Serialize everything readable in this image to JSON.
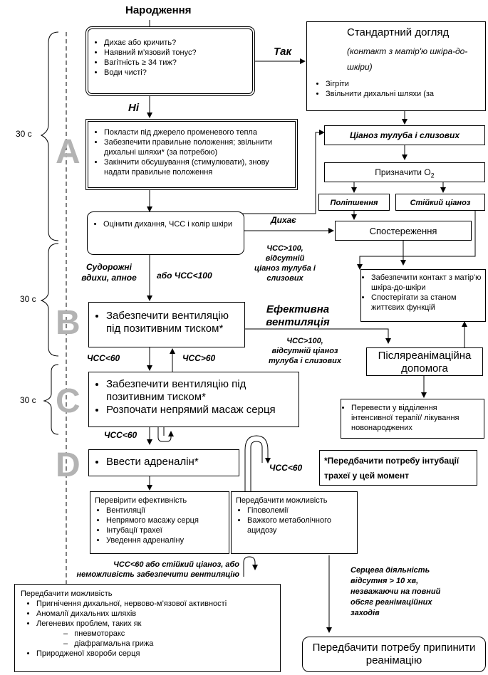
{
  "birth": "Народження",
  "q_box": {
    "items": [
      "Дихає або кричить?",
      "Наявний м’язовий тонус?",
      "Вагітність ≥ 34 тиж?",
      "Води чисті?"
    ]
  },
  "yes_label": "Так",
  "no_label": "Ні",
  "standard_care": {
    "title": "Стандартний догляд",
    "subtitle": "(контакт з матір'ю шкіра-до-шкіри)",
    "items": [
      "Зігріти",
      "Звільнити дихальні шляхи (за"
    ]
  },
  "time_30s": "30 с",
  "letters": [
    "A",
    "B",
    "C",
    "D"
  ],
  "a_box": {
    "items": [
      "Покласти під джерело променевого тепла",
      "Забезпечити правильне положення; звільнити дихальні шляхи* (за потребою)",
      "Закінчити обсушування (стимулювати), знову надати правильне положення"
    ]
  },
  "cyanosis": "Ціаноз тулуба і слизових",
  "o2_prefix": "Призначити O",
  "o2_sub": "2",
  "improved": "Поліпшення",
  "persistent": "Стійкий ціаноз",
  "eval_box": "Оцінити дихання, ЧСС і колір шкіри",
  "breathing_label": "Дихає",
  "observation": "Спостереження",
  "hr100_lines": [
    "ЧСС>100,",
    "відсутній",
    "ціаноз тулуба і",
    "слизових"
  ],
  "gasping": [
    "Судорожні",
    "вдихи, апное"
  ],
  "or_hr100": "або ЧСС<100",
  "skin_box": {
    "items": [
      "Забезпечити контакт з матір'ю шкіра-до-шкіри",
      "Спостерігати за станом життєвих функцій"
    ]
  },
  "b_box": "Забезпечити вентиляцію під позитивним тиском",
  "star": "*",
  "effective_vent": [
    "Ефективна",
    "вентиляція"
  ],
  "hr100_b": [
    "ЧСС>100,",
    "відсутній ціаноз",
    "тулуба і слизових"
  ],
  "post_resus": "Післяреанімаційна допомога",
  "hr_lt60": "ЧСС<60",
  "hr_gt60": "ЧСС>60",
  "c_box": {
    "items": [
      "Забезпечити вентиляцію під позитивним тиском",
      "Розпочати непрямий масаж серця"
    ]
  },
  "nicu_box": "Перевести у відділення інтенсивної терапії/ лікування новонароджених",
  "d_box": "Ввести адреналін",
  "intubation_note": "Передбачити потребу інтубації трахеї у цей момент",
  "check_box": {
    "title": "Перевірити ефективність",
    "items": [
      "Вентиляції",
      "Непрямого масажу серця",
      "Інтубації трахеї",
      "Уведення адреналіну"
    ]
  },
  "consider1": {
    "title": "Передбачити можливість",
    "items": [
      "Гіповолемії",
      "Важкого метаболічного ацидозу"
    ]
  },
  "hr_lt60_persistent": [
    "ЧСС<60 або стійкий ціаноз, або",
    "неможливість забезпечити вентиляцію"
  ],
  "consider2": {
    "title": "Передбачити можливість",
    "items": [
      "Пригнічення дихальної, нервово-м’язової активності",
      "Аномалії дихальних шляхів",
      "Легеневих проблем, таких як"
    ],
    "sub": [
      "пневмоторакс",
      "діафрагмальна грижа"
    ],
    "last": "Природженої хвороби серця"
  },
  "asystole": [
    "Серцева діяльність",
    "відсутня > 10 хв,",
    "незважаючи на повний",
    "обсяг реанімаційних",
    "заходів"
  ],
  "stop_resus": "Передбачити потребу припинити реанімацію"
}
